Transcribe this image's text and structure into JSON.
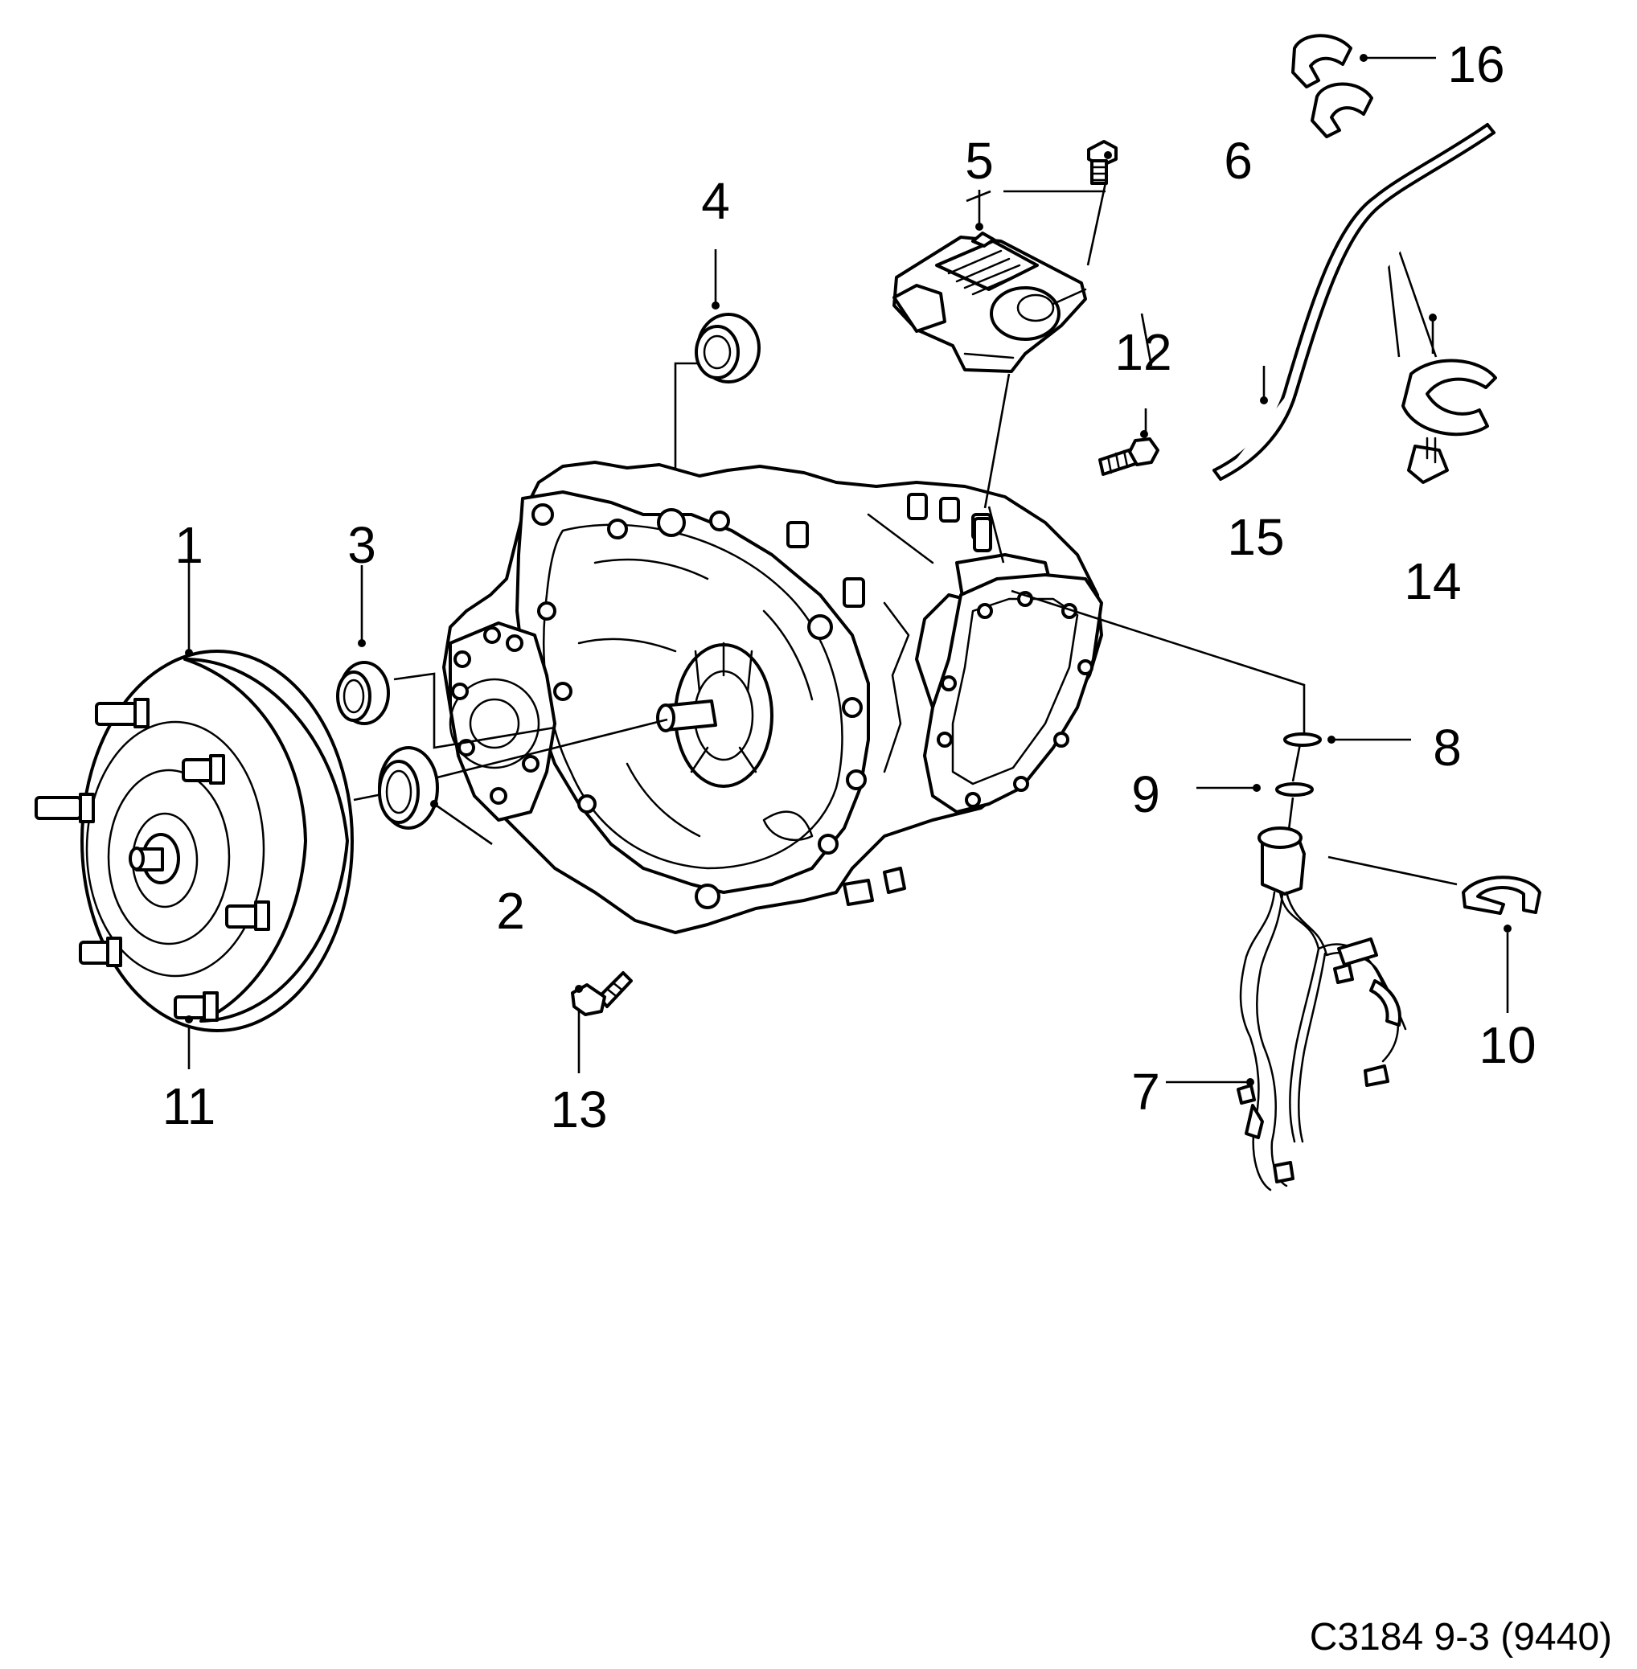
{
  "callouts": {
    "c1": "1",
    "c2": "2",
    "c3": "3",
    "c4": "4",
    "c5": "5",
    "c6": "6",
    "c7": "7",
    "c8": "8",
    "c9": "9",
    "c10": "10",
    "c11": "11",
    "c12": "12",
    "c13": "13",
    "c14": "14",
    "c15": "15",
    "c16": "16"
  },
  "reference": "C3184 9-3 (9440)"
}
